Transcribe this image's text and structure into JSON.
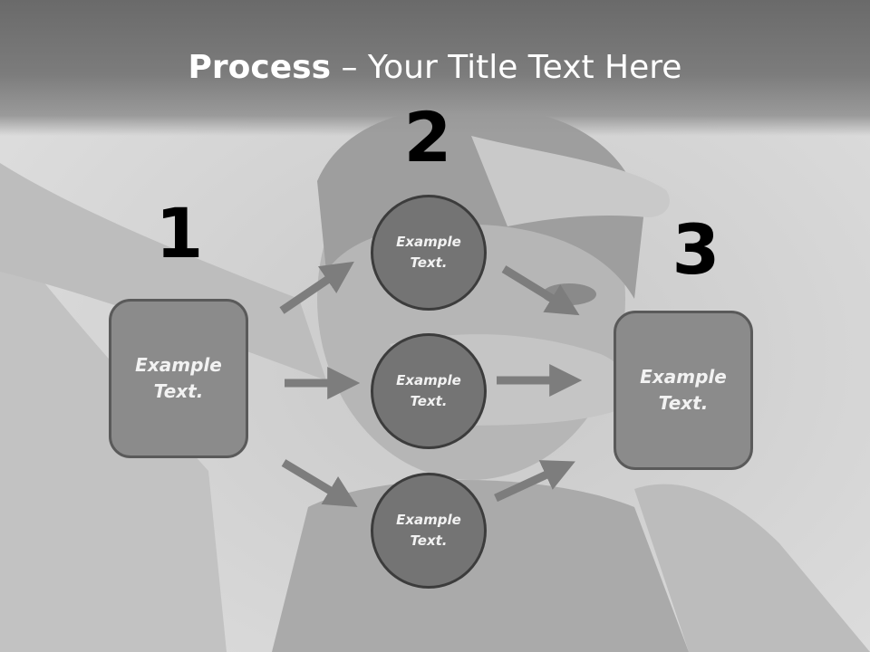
{
  "title": {
    "bold": "Process",
    "rest": " – Your Title Text Here"
  },
  "steps": [
    {
      "number": "1",
      "text": "Example\nText."
    },
    {
      "number": "2",
      "circles": [
        "Example\nText.",
        "Example\nText.",
        "Example\nText."
      ]
    },
    {
      "number": "3",
      "text": "Example\nText."
    }
  ],
  "colors": {
    "box_fill": "#8b8b8b",
    "circle_fill": "#747474",
    "arrow": "#7d7d7d",
    "number": "#000000",
    "title_band": "#6a6a6a"
  }
}
